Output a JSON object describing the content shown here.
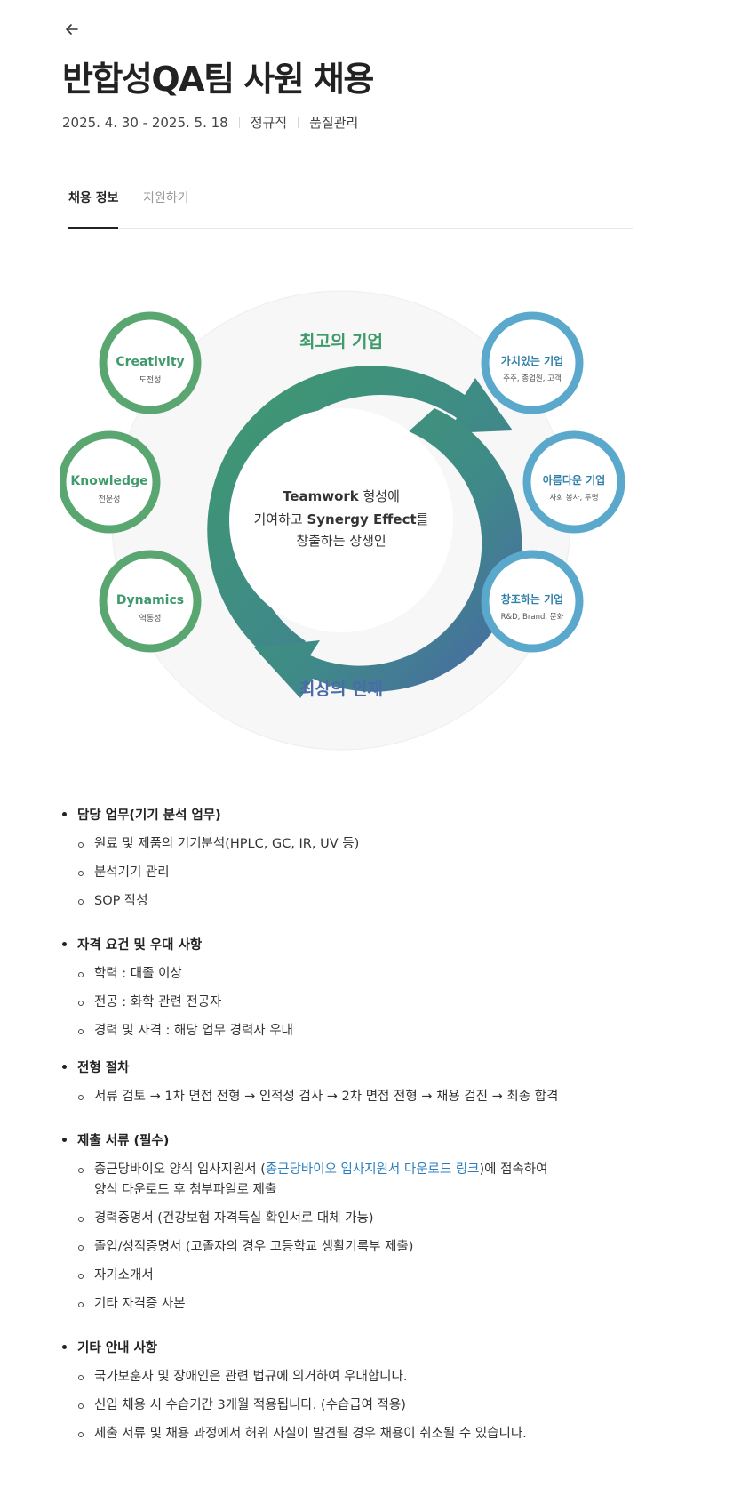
{
  "header": {
    "back_icon": "arrow-left-icon",
    "title": "반합성QA팀 사원 채용",
    "period": "2025. 4. 30 - 2025. 5. 18",
    "employment_type": "정규직",
    "department": "품질관리"
  },
  "tabs": [
    {
      "label": "채용 정보",
      "active": true
    },
    {
      "label": "지원하기",
      "active": false
    }
  ],
  "diagram": {
    "top_label": "최고의 기업",
    "bottom_label": "최상의 인재",
    "center": {
      "line1_bold": "Teamwork",
      "line1_rest": " 형성에",
      "line2_pre": "기여하고 ",
      "line2_bold": "Synergy Effect",
      "line2_post": "를",
      "line3": "창출하는 상생인"
    },
    "left_circles": [
      {
        "title": "Creativity",
        "sub": "도전성"
      },
      {
        "title": "Knowledge",
        "sub": "전문성"
      },
      {
        "title": "Dynamics",
        "sub": "역동성"
      }
    ],
    "right_circles": [
      {
        "title": "가치있는 기업",
        "sub": "주주, 종업원, 고객"
      },
      {
        "title": "아름다운 기업",
        "sub": "사회 봉사, 투명"
      },
      {
        "title": "창조하는 기업",
        "sub": "R&D, Brand, 문화"
      }
    ],
    "colors": {
      "green": "#5aa670",
      "blue": "#5aa8cc",
      "top_text": "#3f9a6c",
      "bottom_text": "#4a6aa8"
    }
  },
  "sections": [
    {
      "title": "담당 업무(기기 분석 업무)",
      "items": [
        "원료 및 제품의 기기분석(HPLC, GC, IR, UV 등)",
        "분석기기 관리",
        "SOP 작성"
      ]
    },
    {
      "title": "자격 요건 및 우대 사항",
      "items": [
        "학력 : 대졸 이상",
        "전공 : 화학 관련 전공자",
        "경력 및 자격 : 해당 업무 경력자 우대"
      ]
    },
    {
      "title": "전형 절차",
      "items": [
        "서류 검토 → 1차 면접 전형 → 인적성 검사 → 2차 면접 전형 → 채용 검진 → 최종 합격"
      ]
    },
    {
      "title": "제출 서류 (필수)",
      "link_item": {
        "pre": "종근당바이오 양식 입사지원서 (",
        "link": "종근당바이오 입사지원서 다운로드 링크",
        "post": ")에 접속하여",
        "line2": "양식 다운로드 후 첨부파일로 제출"
      },
      "items": [
        "경력증명서 (건강보험 자격득실 확인서로 대체 가능)",
        "졸업/성적증명서 (고졸자의 경우 고등학교 생활기록부 제출)",
        "자기소개서",
        "기타 자격증 사본"
      ]
    },
    {
      "title": "기타 안내 사항",
      "items": [
        "국가보훈자 및 장애인은 관련 법규에 의거하여 우대합니다.",
        "신입 채용 시 수습기간 3개월 적용됩니다. (수습급여 적용)",
        "제출 서류 및 채용 과정에서 허위 사실이 발견될 경우 채용이 취소될 수 있습니다."
      ]
    }
  ]
}
